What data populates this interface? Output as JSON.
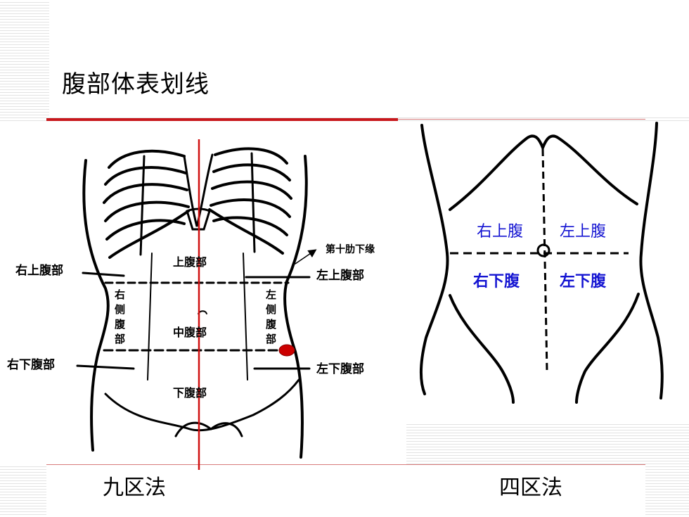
{
  "title": "腹部体表划线",
  "nine_region": {
    "caption": "九区法",
    "annotation_costal": "第十肋下缘",
    "labels": {
      "upper_right": "右上腹部",
      "upper_left": "左上腹部",
      "lower_right": "右下腹部",
      "lower_left": "左下腹部",
      "epigastric": "上腹部",
      "umbilical": "中腹部",
      "hypogastric": "下腹部",
      "right_lateral": [
        "右",
        "侧",
        "腹",
        "部"
      ],
      "left_lateral": [
        "左",
        "侧",
        "腹",
        "部"
      ]
    },
    "marker_color": "#cc0000",
    "midline_color": "#d01010"
  },
  "four_region": {
    "caption": "四区法",
    "labels": {
      "upper_right": "右上腹",
      "upper_left": "左上腹",
      "lower_right": "右下腹",
      "lower_left": "左下腹"
    },
    "label_color": "#1414d2"
  },
  "colors": {
    "accent_red": "#c8171c"
  }
}
